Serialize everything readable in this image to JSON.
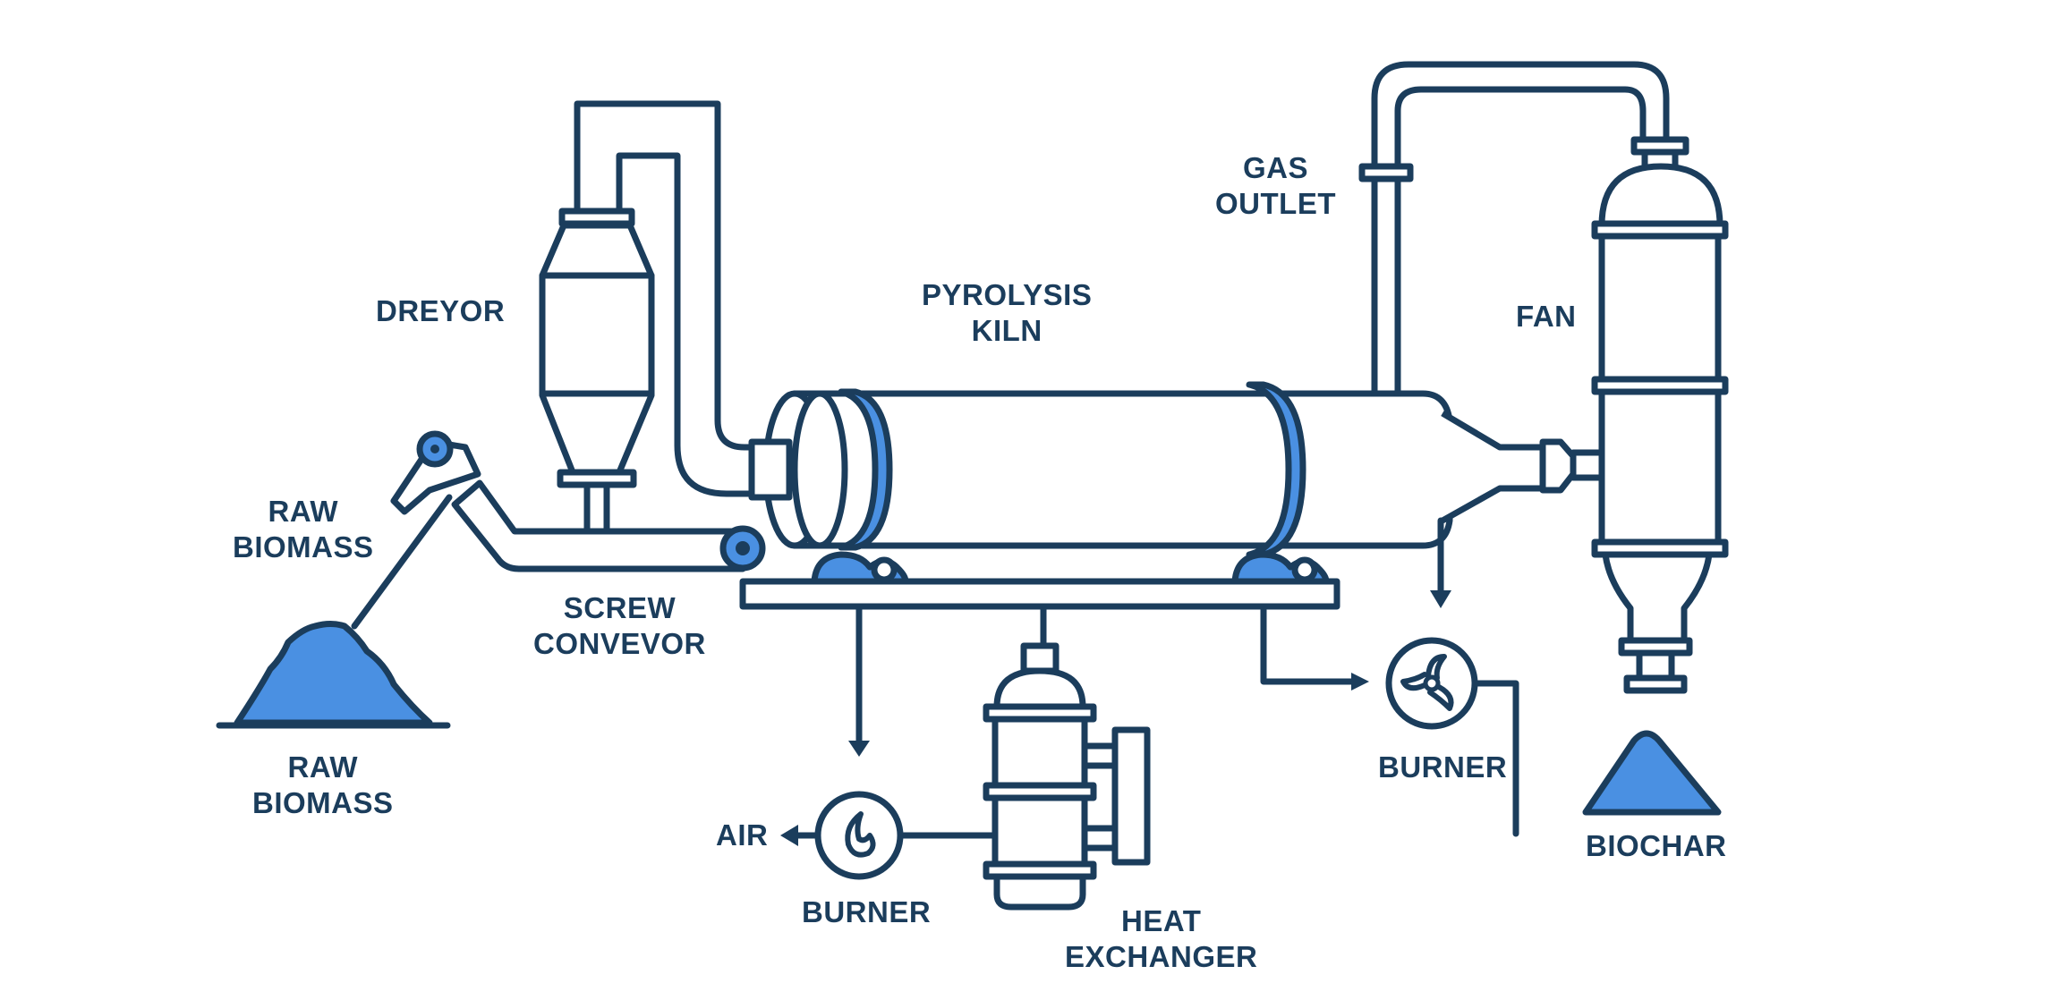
{
  "diagram": {
    "type": "process-flow",
    "subject": "Biomass pyrolysis to biochar",
    "colors": {
      "outline": "#1b3d5c",
      "accent": "#4a90e2",
      "background": "#ffffff"
    },
    "labels": {
      "raw_biomass_feed": [
        "RAW",
        "BIOMASS"
      ],
      "raw_biomass_pile": [
        "RAW",
        "BIOMASS"
      ],
      "dryer": [
        "DREYOR"
      ],
      "screw_conveyor": [
        "SCREW",
        "CONVEVOR"
      ],
      "pyrolysis_kiln": [
        "PYROLYSIS",
        "KILN"
      ],
      "gas_outlet": [
        "GAS",
        "OUTLET"
      ],
      "fan": [
        "FAN"
      ],
      "burner_left": [
        "BURNER"
      ],
      "burner_right": [
        "BURNER"
      ],
      "air": [
        "AIR"
      ],
      "heat_exchanger": [
        "HEAT",
        "EXCHANGER"
      ],
      "biochar": [
        "BIOCHAR"
      ]
    },
    "components": [
      {
        "id": "raw-biomass-pile",
        "icon": "material-pile-icon"
      },
      {
        "id": "feed-elevator",
        "icon": "conveyor-icon"
      },
      {
        "id": "dryer",
        "icon": "cyclone-vessel-icon"
      },
      {
        "id": "screw-conveyor",
        "icon": "conveyor-icon"
      },
      {
        "id": "pyrolysis-kiln",
        "icon": "rotary-kiln-icon"
      },
      {
        "id": "gas-outlet",
        "icon": "pipe-icon"
      },
      {
        "id": "fan",
        "icon": "vertical-vessel-icon"
      },
      {
        "id": "burner-left",
        "icon": "flame-icon"
      },
      {
        "id": "burner-right",
        "icon": "fan-impeller-icon"
      },
      {
        "id": "heat-exchanger",
        "icon": "heat-exchanger-icon"
      },
      {
        "id": "biochar-pile",
        "icon": "material-pile-icon"
      }
    ],
    "flows": [
      {
        "from": "raw-biomass-pile",
        "to": "feed-elevator"
      },
      {
        "from": "feed-elevator",
        "to": "screw-conveyor"
      },
      {
        "from": "dryer",
        "to": "screw-conveyor"
      },
      {
        "from": "dryer",
        "to": "pyrolysis-kiln"
      },
      {
        "from": "screw-conveyor",
        "to": "pyrolysis-kiln"
      },
      {
        "from": "pyrolysis-kiln",
        "to": "gas-outlet"
      },
      {
        "from": "gas-outlet",
        "to": "fan"
      },
      {
        "from": "pyrolysis-kiln",
        "to": "fan"
      },
      {
        "from": "pyrolysis-kiln",
        "to": "burner-right"
      },
      {
        "from": "pyrolysis-kiln",
        "to": "burner-left"
      },
      {
        "from": "burner-left",
        "to": "air"
      },
      {
        "from": "heat-exchanger",
        "to": "burner-left"
      },
      {
        "from": "fan",
        "to": "biochar-pile"
      }
    ]
  }
}
